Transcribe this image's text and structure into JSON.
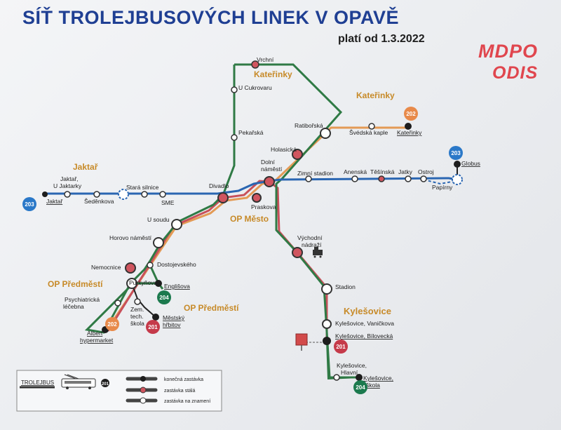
{
  "title": "SÍŤ TROLEJBUSOVÝCH LINEK V OPAVĚ",
  "valid_from": "platí od 1.3.2022",
  "logos": {
    "mdpo": "MDPO",
    "odis": "ODIS"
  },
  "colors": {
    "green_line": "#2f7a45",
    "red_line": "#c8505a",
    "orange_line": "#e39a55",
    "blue_line": "#2a66b2",
    "title": "#1f3f93",
    "area_label": "#c78a28",
    "badge_201": "#c53a4a",
    "badge_202": "#e88a4a",
    "badge_203": "#2a78c8",
    "badge_204": "#1c7a4e"
  },
  "area_labels": {
    "katerinky_top": "Kateřinky",
    "katerinky_right": "Kateřinky",
    "jaktar": "Jaktař",
    "op_mesto": "OP Město",
    "op_predmesti_left": "OP Předměstí",
    "op_predmesti_right": "OP Předměstí",
    "kylesovice": "Kylešovice"
  },
  "stops": {
    "vrchni": "Vrchní",
    "u_cukrovaru": "U Cukrovaru",
    "pekarska": "Pekařská",
    "ratiborska": "Ratibořská",
    "svedska_kaple": "Švédská kaple",
    "katerinky": "Kateřinky",
    "holasicka": "Holasická",
    "dolni_namesti_1": "Dolní",
    "dolni_namesti_2": "náměstí",
    "zimni_stadion": "Zimní stadion",
    "anenska": "Anenská",
    "tesinska": "Těšínská",
    "jatky": "Jatky",
    "ostroj": "Ostroj",
    "globus": "Globus",
    "papirny": "Papírny",
    "jaktar_u_jaktarky_1": "Jaktař,",
    "jaktar_u_jaktarky_2": "U Jaktarky",
    "jaktar_stop": "Jaktař",
    "sedenkova": "Šeděnkova",
    "stara_silnice": "Stará silnice",
    "sme": "SME",
    "divadlo": "Divadlo",
    "praskova": "Praskova",
    "u_soudu": "U soudu",
    "horovo_namesti": "Horovo náměstí",
    "vychodni_nadrazi_1": "Východní",
    "vychodni_nadrazi_2": "nádraží",
    "nemocnice": "Nemocnice",
    "dostojevskeho": "Dostojevského",
    "purkynova": "Purkyňova",
    "englisova": "Englišova",
    "psychiatricka_1": "Psychiatrická",
    "psychiatricka_2": "léčebna",
    "zem_tech_1": "Zem.",
    "zem_tech_2": "tech.",
    "zem_tech_3": "škola",
    "mestsky_hrbitov_1": "Městský",
    "mestsky_hrbitov_2": "hřbitov",
    "albert_1": "Albert",
    "albert_2": "hypermarket",
    "stadion": "Stadion",
    "kyl_vanickova": "Kylešovice, Vaničkova",
    "kyl_bilovecka": "Kylešovice, Bílovecká",
    "kyl_hlavni_1": "Kylešovice,",
    "kyl_hlavni_2": "Hlavní",
    "kyl_skola_1": "Kylešovice,",
    "kyl_skola_2": "škola"
  },
  "badges": {
    "b203_left": "203",
    "b203_right": "203",
    "b202_top": "202",
    "b202_bottom": "202",
    "b201_bottom": "201",
    "b201_kyl": "201",
    "b204_englisova": "204",
    "b204_kyl": "204"
  },
  "legend": {
    "trolejbus": "TROLEJBUS",
    "bus_badge": "201",
    "terminal": "konečná zastávka",
    "regular": "zastávka stálá",
    "request": "zastávka na znamení"
  }
}
